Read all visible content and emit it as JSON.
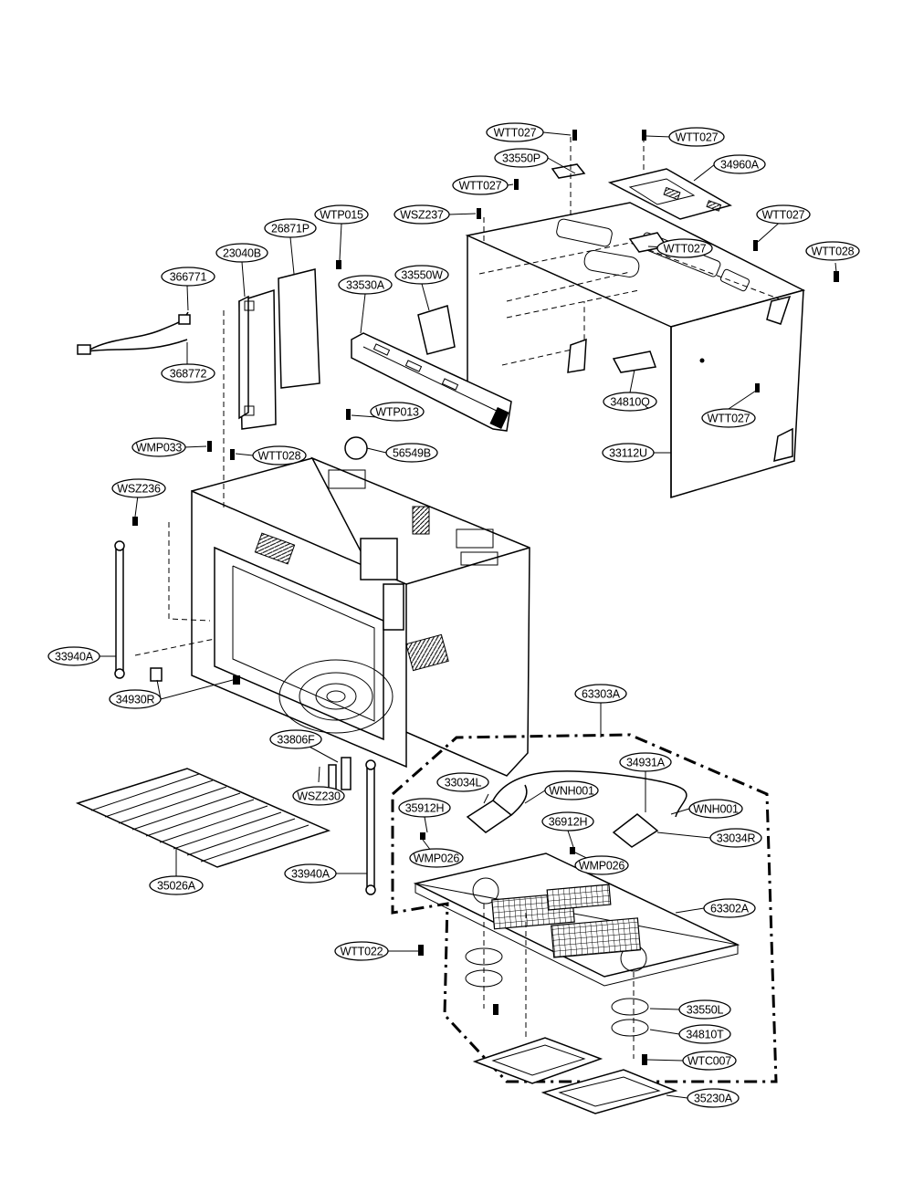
{
  "labels": [
    "WTT027",
    "WTT027",
    "33550P",
    "34960A",
    "WTT027",
    "WSZ237",
    "WTT027",
    "WTP015",
    "26871P",
    "23040B",
    "WTT027",
    "WTT028",
    "366771",
    "33550W",
    "33530A",
    "368772",
    "34810Q",
    "WTT027",
    "WTP013",
    "WMP033",
    "WTT028",
    "56549B",
    "33112U",
    "WSZ236",
    "33940A",
    "34930R",
    "63303A",
    "33806F",
    "34931A",
    "33034L",
    "WNH001",
    "35912H",
    "WNH001",
    "WSZ230",
    "36912H",
    "33034R",
    "WMP026",
    "WMP026",
    "35026A",
    "33940A",
    "63302A",
    "WTT022",
    "33550L",
    "34810T",
    "WTC007",
    "35230A"
  ]
}
